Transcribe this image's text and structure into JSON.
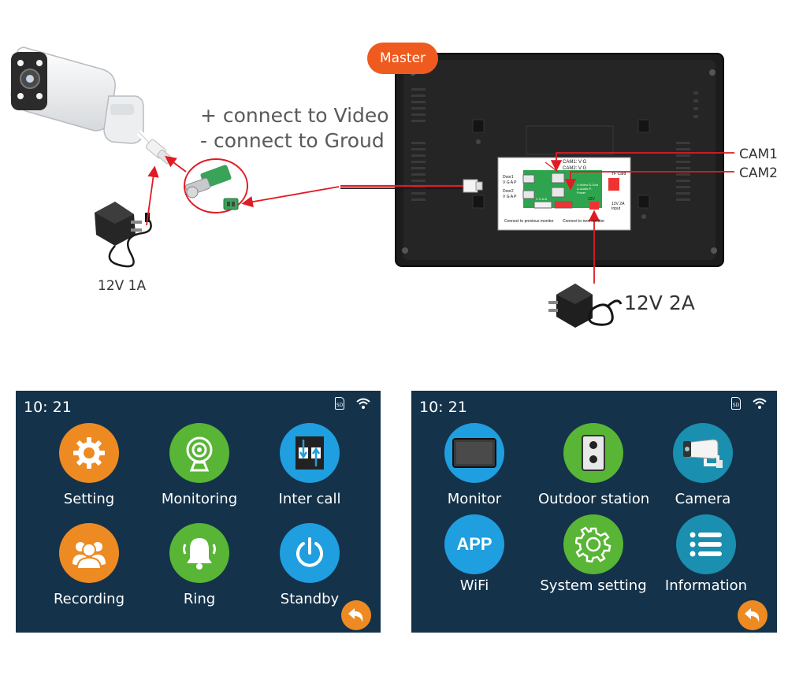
{
  "diagram": {
    "master_tag": "Master",
    "connect_video": "+ connect to Video",
    "connect_ground": "- connect to Groud",
    "camera_power": "12V 1A",
    "monitor_power": "12V 2A",
    "cam1": "CAM1",
    "cam2": "CAM2",
    "board": {
      "cam1": "CAM1:  V  G",
      "cam2": "CAM2:  V  G",
      "tf_card": "TF Card",
      "door1": "Door1",
      "door1_pins": "V G A P",
      "door2": "Door2",
      "door2_pins": "V G A P",
      "right_pins": "V-Video G-Gnd A-Audio P-Power",
      "bottom_pins": "V G A B",
      "power_input": "12V 2A Input",
      "voltage": "12V",
      "prev_monitor": "Connect to previous monitor",
      "next_monitor": "Connect to next monitor"
    },
    "colors": {
      "arrow": "#e01b24",
      "master": "#ef5a1f",
      "monitor_body": "#1c1c1c"
    }
  },
  "screens": {
    "left": {
      "time": "10: 21",
      "apps": [
        {
          "label": "Setting",
          "icon": "gear-icon"
        },
        {
          "label": "Monitoring",
          "icon": "webcam-icon"
        },
        {
          "label": "Inter call",
          "icon": "intercom-icon"
        },
        {
          "label": "Recording",
          "icon": "users-icon"
        },
        {
          "label": "Ring",
          "icon": "bell-icon"
        },
        {
          "label": "Standby",
          "icon": "power-icon"
        }
      ]
    },
    "right": {
      "time": "10: 21",
      "apps": [
        {
          "label": "Monitor",
          "icon": "monitor-icon"
        },
        {
          "label": "Outdoor station",
          "icon": "doorbell-icon"
        },
        {
          "label": "Camera",
          "icon": "cctv-icon"
        },
        {
          "label": "WiFi",
          "icon": "app-icon",
          "badge": "APP"
        },
        {
          "label": "System setting",
          "icon": "gear-outline-icon"
        },
        {
          "label": "Information",
          "icon": "list-icon"
        }
      ]
    },
    "colors": {
      "background": "#14324a",
      "orange": "#ee8a22",
      "green": "#58b535",
      "blue": "#1f9ee0"
    }
  }
}
